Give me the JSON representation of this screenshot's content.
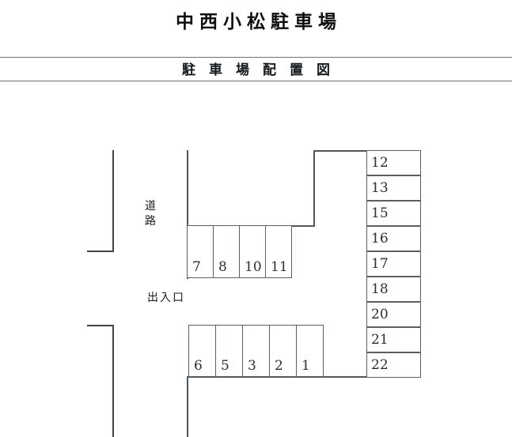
{
  "document": {
    "title": "中西小松駐車場",
    "subtitle": "駐車場配置図"
  },
  "labels": {
    "road": "道路",
    "entrance": "出入口"
  },
  "parking": {
    "right_column": [
      {
        "number": "12"
      },
      {
        "number": "13"
      },
      {
        "number": "15"
      },
      {
        "number": "16"
      },
      {
        "number": "17"
      },
      {
        "number": "18"
      },
      {
        "number": "20"
      },
      {
        "number": "21"
      },
      {
        "number": "22"
      }
    ],
    "middle_row": [
      {
        "number": "7"
      },
      {
        "number": "8"
      },
      {
        "number": "10"
      },
      {
        "number": "11"
      }
    ],
    "bottom_row": [
      {
        "number": "6"
      },
      {
        "number": "5"
      },
      {
        "number": "3"
      },
      {
        "number": "2"
      },
      {
        "number": "1"
      }
    ]
  },
  "colors": {
    "line": "#4f565c",
    "text": "#16191c",
    "background": "#ffffff"
  }
}
